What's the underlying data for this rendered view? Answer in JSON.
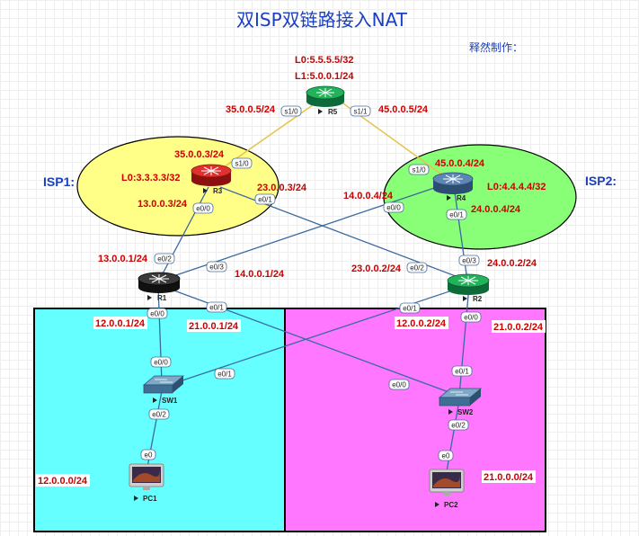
{
  "title": "双ISP双链路接入NAT",
  "author": "释然制作：",
  "colors": {
    "title": "#1a3fbf",
    "ip_label": "#cc0000",
    "isp1_fill": "#ffff88",
    "isp2_fill": "#88ff77",
    "lan1_fill": "#66ffff",
    "lan2_fill": "#ff77ff",
    "isp_link": "#e6c34a",
    "lan_link": "#3a6aa0"
  },
  "isp_labels": {
    "isp1": "ISP1:",
    "isp2": "ISP2:"
  },
  "devices": {
    "r5": {
      "name": "R5",
      "icon": "router-green-icon"
    },
    "r3": {
      "name": "R3",
      "icon": "router-red-icon"
    },
    "r4": {
      "name": "R4",
      "icon": "router-blue-icon"
    },
    "r1": {
      "name": "R1",
      "icon": "router-black-icon"
    },
    "r2": {
      "name": "R2",
      "icon": "router-green-icon"
    },
    "sw1": {
      "name": "SW1",
      "icon": "switch-icon"
    },
    "sw2": {
      "name": "SW2",
      "icon": "switch-icon"
    },
    "pc1": {
      "name": "PC1",
      "icon": "desktop-pc-icon"
    },
    "pc2": {
      "name": "PC2",
      "icon": "desktop-pc-icon"
    }
  },
  "ports": {
    "r5_s10": "s1/0",
    "r5_s11": "s1/1",
    "r3_s10": "s1/0",
    "r3_e00": "e0/0",
    "r3_e01": "e0/1",
    "r4_s10": "s1/0",
    "r4_e00": "e0/0",
    "r4_e01": "e0/1",
    "r1_e02": "e0/2",
    "r1_e03": "e0/3",
    "r1_e00": "e0/0",
    "r1_e01": "e0/1",
    "r2_e03": "e0/3",
    "r2_e02": "e0/2",
    "r2_e01": "e0/1",
    "r2_e00": "e0/0",
    "sw1_e00": "e0/0",
    "sw1_e01": "e0/1",
    "sw1_e02": "e0/2",
    "sw2_e00": "e0/0",
    "sw2_e01": "e0/1",
    "sw2_e02": "e0/2",
    "pc1_e0": "e0",
    "pc2_e0": "e0"
  },
  "ip_labels": {
    "r5_l0": "L0:5.5.5.5/32",
    "r5_l1": "L1:5.0.0.1/24",
    "r5_s10": "35.0.0.5/24",
    "r5_s11": "45.0.0.5/24",
    "r3_s10": "35.0.0.3/24",
    "r3_l0": "L0:3.3.3.3/32",
    "r3_e01": "23.0.0.3/24",
    "r3_e00": "13.0.0.3/24",
    "r4_s10": "45.0.0.4/24",
    "r4_l0": "L0:4.4.4.4/32",
    "r4_e00": "14.0.0.4/24",
    "r4_e01": "24.0.0.4/24",
    "r1_e02": "13.0.0.1/24",
    "r1_e03": "14.0.0.1/24",
    "r1_e00": "12.0.0.1/24",
    "r1_e01": "21.0.0.1/24",
    "r2_e02": "23.0.0.2/24",
    "r2_e03": "24.0.0.2/24",
    "r2_e01": "12.0.0.2/24",
    "r2_e00": "21.0.0.2/24",
    "lan1": "12.0.0.0/24",
    "lan2": "21.0.0.0/24"
  }
}
